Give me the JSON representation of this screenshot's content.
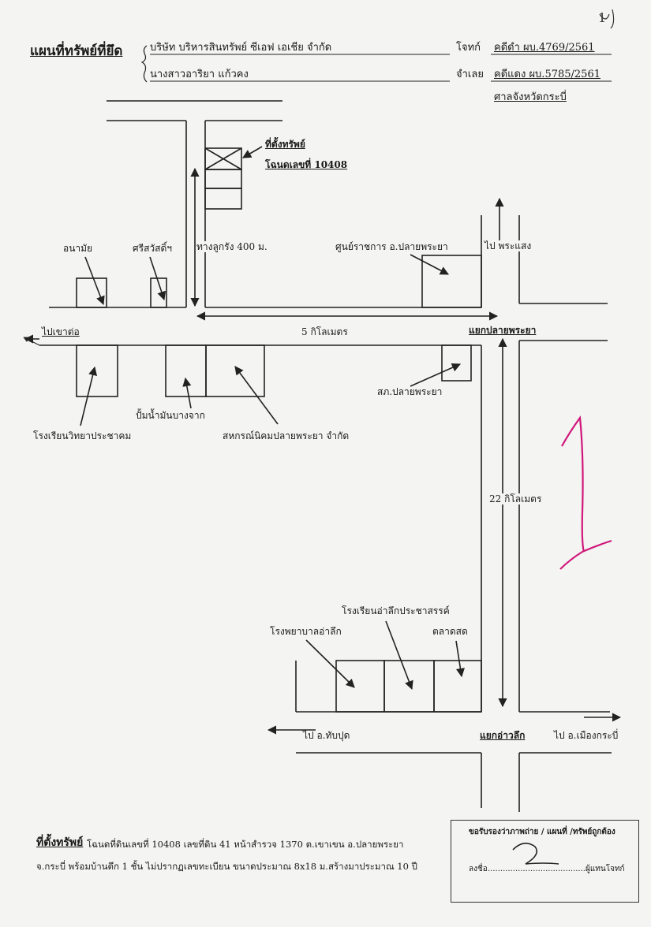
{
  "page_number": "1",
  "header": {
    "title": "แผนที่ทรัพย์ที่ยึด",
    "plaintiff_name": "บริษัท  บริหารสินทรัพย์ ซีเอฟ เอเชีย  จำกัด",
    "plaintiff_role": "โจทก์",
    "black_case": "คดีดำ  ผบ.4769/2561",
    "defendant_name": "นางสาวอาริยา    แก้วคง",
    "defendant_role": "จำเลย",
    "red_case": "คดีแดง  ผบ.5785/2561",
    "court": "ศาลจังหวัดกระบี่"
  },
  "map": {
    "property_location": "ที่ตั้งทรัพย์",
    "deed_number": "โฉนดเลขที่ 10408",
    "gravel_road": "ทางลูกรัง 400 ม.",
    "health_station": "อนามัย",
    "shrine": "ศรีสวัสดิ์ฯ",
    "district_office": "ศูนย์ราชการ อ.ปลายพระยา",
    "to_phrasaeng": "ไป  พระแสง",
    "five_km": "5 กิโลเมตร",
    "to_khaokhao": "ไปเขาต่อ",
    "plaiphraya_junction": "แยกปลายพระยา",
    "school_witthaya": "โรงเรียนวิทยาประชาคม",
    "gas_station": "ปั้มน้ำมันบางจาก",
    "cooperative": "สหกรณ์นิคมปลายพระยา จำกัด",
    "police_station": "สภ.ปลายพระยา",
    "twentytwo_km": "22 กิโลเมตร",
    "school_aoluek": "โรงเรียนอ่าลึกประชาสรรค์",
    "hospital": "โรงพยาบาลอ่าลึก",
    "market": "ตลาดสด",
    "to_thapput": "ไป  อ.ทับปุด",
    "aoluek_junction": "แยกอ่าวลึก",
    "to_krabi": "ไป  อ.เมืองกระบี่"
  },
  "footer": {
    "label": "ที่ตั้งทรัพย์",
    "line1": "โฉนดที่ดินเลขที่ 10408  เลขที่ดิน 41  หน้าสำรวจ 1370  ต.เขาเขน  อ.ปลายพระยา",
    "line2": "จ.กระบี่ พร้อมบ้านตึก 1 ชั้น ไม่ปรากฏเลขทะเบียน ขนาดประมาณ 8x18 ม.สร้างมาประมาณ 10 ปี"
  },
  "certification": {
    "heading": "ขอรับรองว่าภาพถ่าย / แผนที่ /ทรัพย์ถูกต้อง",
    "sign_label": "ลงชื่อ",
    "sign_dots": "..........................................",
    "signer": "ผู้แทนโจทก์"
  },
  "colors": {
    "annotation": "#d0177a",
    "ink": "#222222"
  }
}
